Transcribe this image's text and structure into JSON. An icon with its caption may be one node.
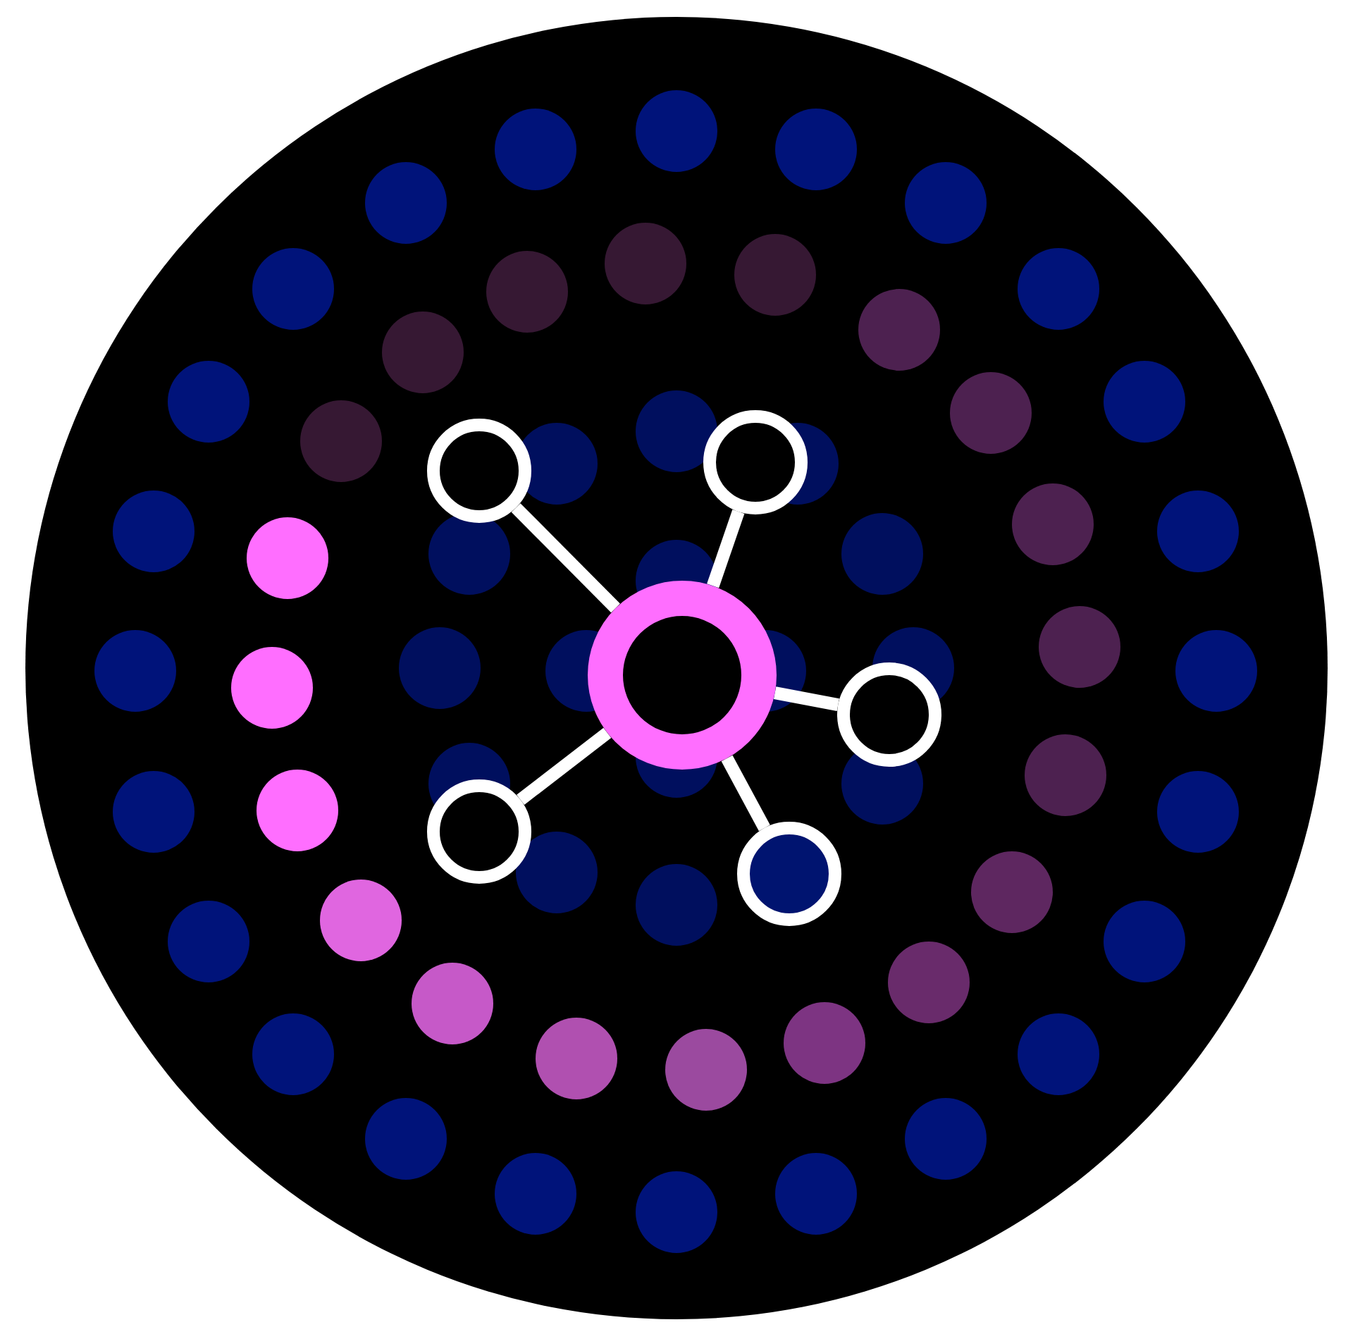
{
  "diagram": {
    "nodes": [
      {
        "text": [],
        "shape": "circle"
      },
      {
        "text": [],
        "shape": "circle"
      },
      {
        "text": [],
        "shape": "circle"
      },
      {
        "text": [],
        "shape": "circle"
      },
      {
        "text": [],
        "shape": "circle"
      },
      {
        "text": [],
        "shape": "circle"
      }
    ],
    "edges": [
      {
        "from": 2,
        "to": 0,
        "arrow": "none"
      },
      {
        "from": 2,
        "to": 1,
        "arrow": "none"
      },
      {
        "from": 2,
        "to": 3,
        "arrow": "none"
      },
      {
        "from": 2,
        "to": 4,
        "arrow": "none"
      },
      {
        "from": 2,
        "to": 5,
        "arrow": "none"
      }
    ]
  }
}
